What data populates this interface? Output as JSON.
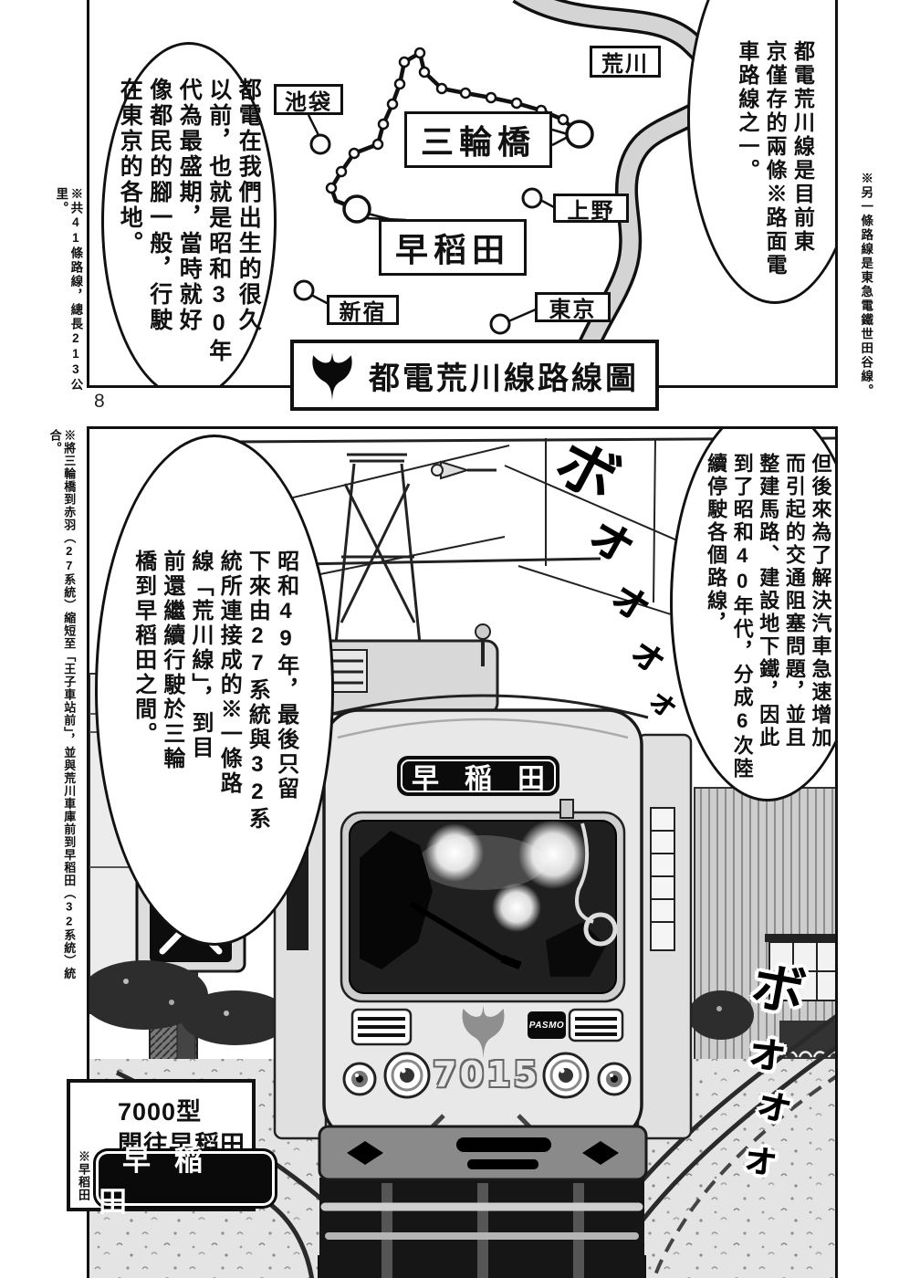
{
  "page": {
    "number": "8"
  },
  "margin_notes": {
    "right_top": "※另一條路線是東急電鐵世田谷線。",
    "left_top": "※共41條路線，總長213公里。",
    "left_bottom": "※將三輪橋到赤羽（27系統）縮短至「王子車站前」，並與荒川車庫前到早稻田（32系統）統合。"
  },
  "panel_map": {
    "bubble_right": {
      "lines": [
        "都電荒川線是目前東",
        "京僅存的兩條※路面電",
        "車路線之一。"
      ]
    },
    "bubble_left": {
      "lines": [
        "都電在我們出生的很久",
        "以前，也就是昭和30年",
        "代為最盛期，當時就好",
        "像都民的腳一般，行駛",
        "在東京的各地。"
      ]
    },
    "stations": {
      "ikebukuro": "池袋",
      "arakawa": "荒川",
      "miwabashi": "三輪橋",
      "ueno": "上野",
      "waseda": "早稻田",
      "shinjuku": "新宿",
      "tokyo": "東京"
    },
    "title": "都電荒川線路線圖"
  },
  "panel_tram": {
    "bubble_right": {
      "lines": [
        "但後來為了解決汽車急速增加",
        "而引起的交通阻塞問題，並且",
        "整建馬路、建設地下鐵，因此",
        "到了昭和40年代，分成6次陸",
        "續停駛各個路線，"
      ]
    },
    "bubble_left": {
      "lines": [
        "昭和49年，最後只留",
        "下來由27系統與32系",
        "統所連接成的※一條路",
        "線「荒川線」，到目",
        "前還繼續行駛於三輪",
        "橋到早稻田之間。"
      ]
    },
    "sfx_top": {
      "chars": [
        "ボ",
        "ォ",
        "ォ",
        "ォ",
        "ォ"
      ]
    },
    "sfx_bottom": {
      "chars": [
        "ボ",
        "ォ",
        "ォ",
        "ォ"
      ]
    },
    "tram": {
      "destination_sign": "早稲田",
      "number": "7015",
      "pasmo_label": "PASMO"
    },
    "caption": {
      "line1": "7000型",
      "line2": "開往早稻田",
      "sign": "早稲田",
      "note": "※早稻田"
    }
  },
  "colors": {
    "ink": "#111111",
    "river_gray": "#d4d4d4",
    "tram_body": "#e8e8e8",
    "sign_black": "#0a0a0a"
  }
}
